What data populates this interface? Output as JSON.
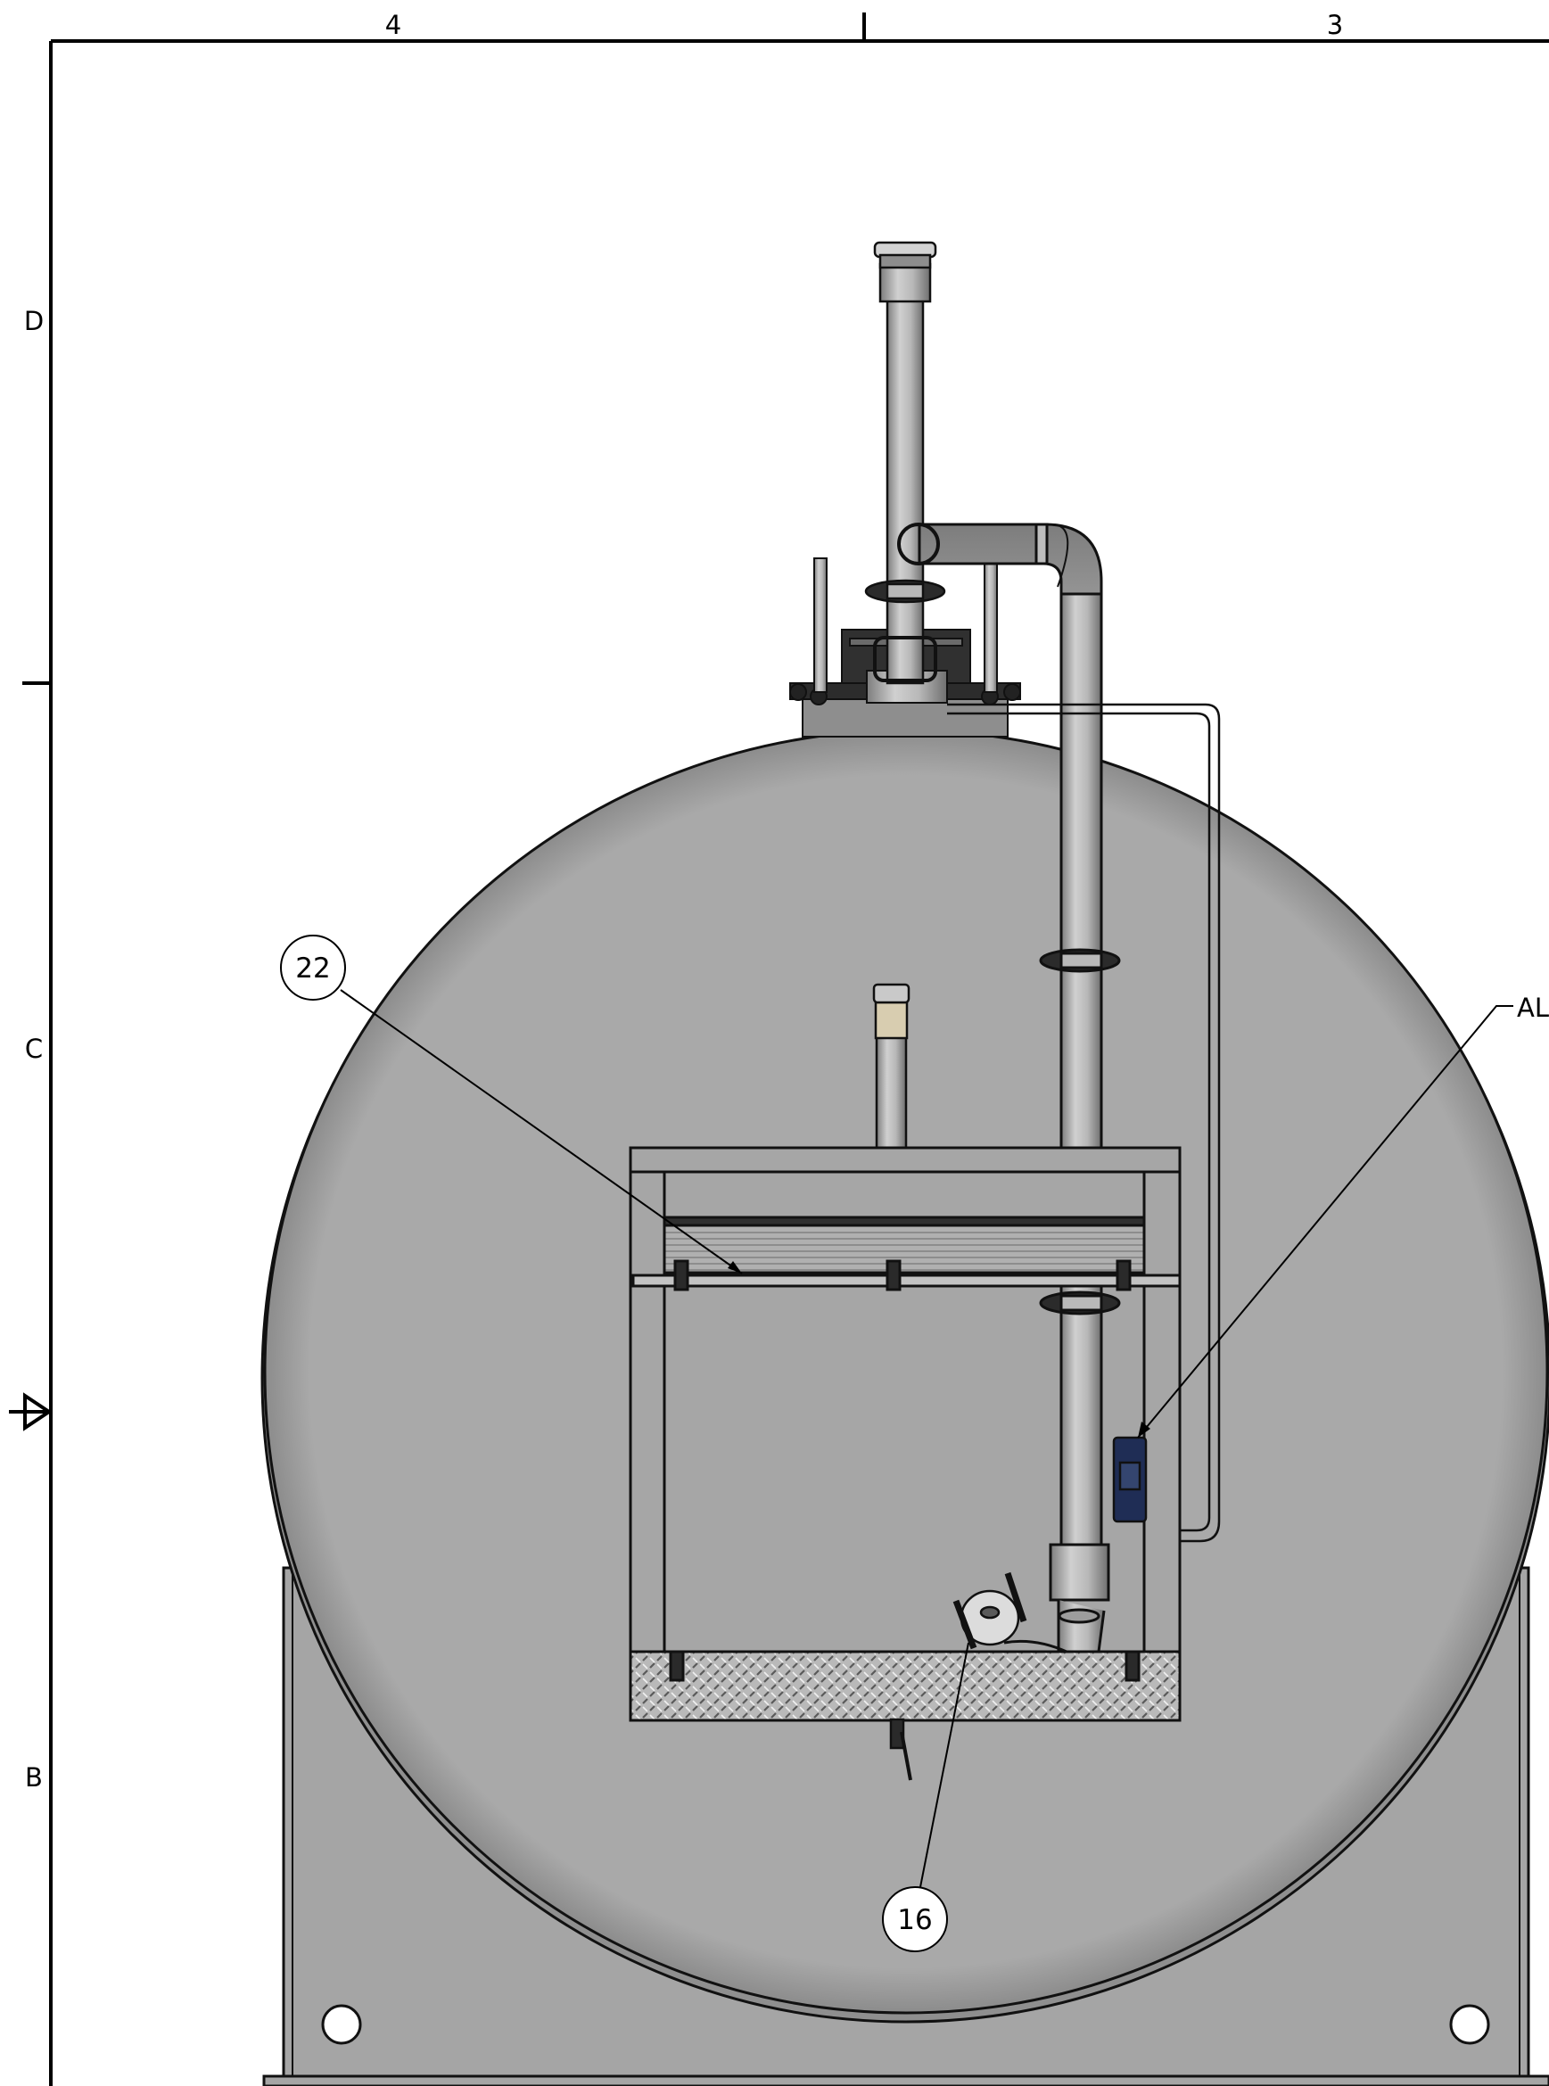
{
  "border": {
    "column_labels": [
      "4",
      "3"
    ],
    "row_labels": [
      "D",
      "C",
      "B"
    ]
  },
  "callouts": {
    "balloon_22": "22",
    "balloon_16": "16",
    "note_al": "AL"
  },
  "colors": {
    "tank_fill": "#a7a7a7",
    "pipe_light": "#c9c9c9",
    "pipe_dark": "#7d7d7d",
    "outline": "#111111",
    "gauge_blue": "#1f2d55",
    "cap_tan": "#d8cdb0"
  }
}
